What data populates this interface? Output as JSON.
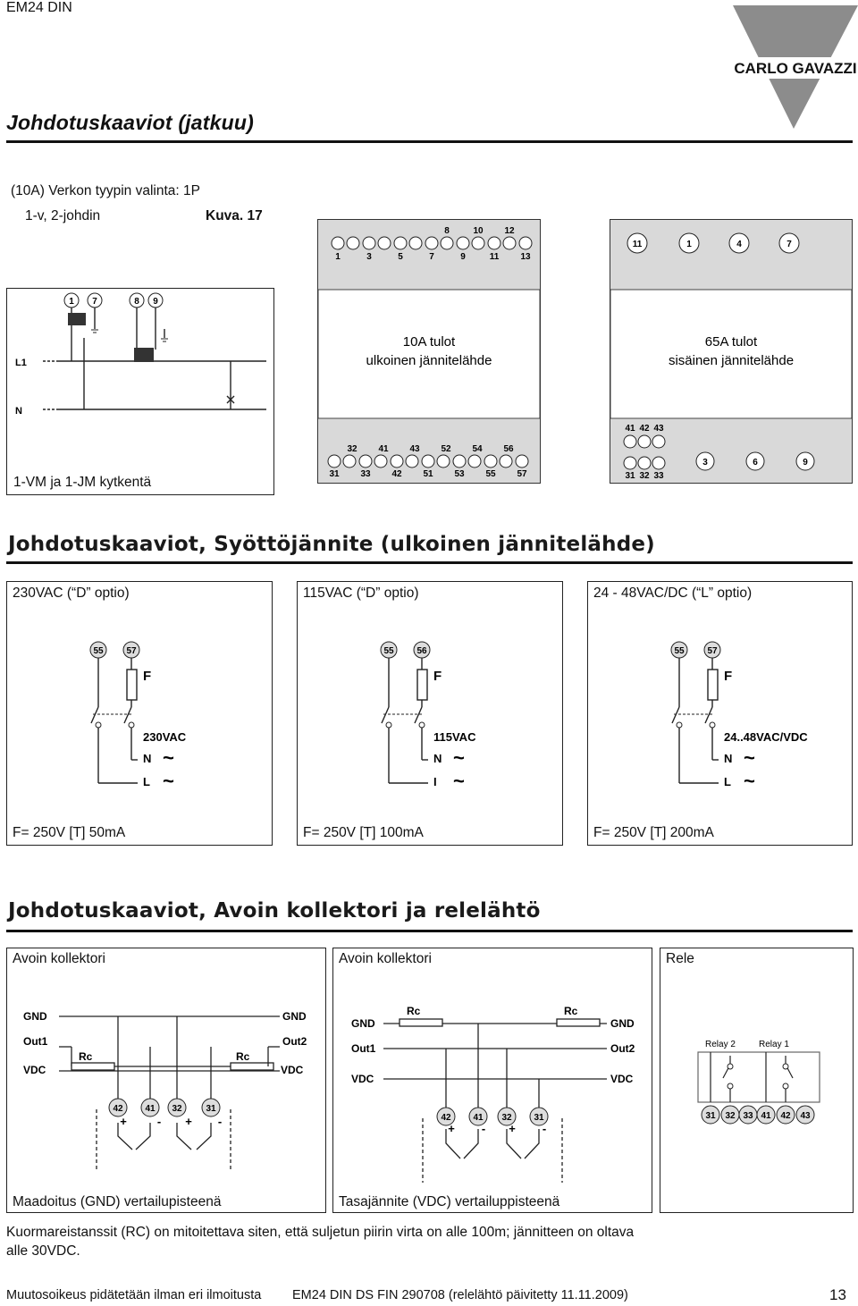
{
  "header": {
    "doc_id": "EM24 DIN",
    "brand": "CARLO GAVAZZI",
    "title": "Johdotuskaaviot (jatkuu)"
  },
  "network_section": {
    "caption_line1": "(10A) Verkon tyypin valinta: 1P",
    "caption_line2": "1-v, 2-johdin",
    "figure_ref": "Kuva. 17",
    "wiring_caption": "1-VM ja 1-JM kytkentä",
    "wiring_labels": {
      "l1": "L1",
      "n": "N",
      "t1": "1",
      "t7": "7",
      "t8": "8",
      "t9": "9"
    },
    "module_10a": {
      "label_line1": "10A tulot",
      "label_line2": "ulkoinen jännitelähde",
      "top_even": [
        "8",
        "10",
        "12"
      ],
      "top_odd": [
        "1",
        "3",
        "5",
        "7",
        "9",
        "11",
        "13"
      ],
      "bottom_top_row": [
        "32",
        "41",
        "43",
        "52",
        "54",
        "56"
      ],
      "bottom_bottom_row": [
        "31",
        "33",
        "42",
        "51",
        "53",
        "55",
        "57"
      ]
    },
    "module_65a": {
      "label_line1": "65A tulot",
      "label_line2": "sisäinen jännitelähde",
      "top": [
        "11",
        "1",
        "4",
        "7"
      ],
      "bottom_top_row": [
        "41",
        "42",
        "43"
      ],
      "bottom_bottom_row": [
        "31",
        "32",
        "33"
      ],
      "bottom_right": [
        "3",
        "6",
        "9"
      ]
    }
  },
  "supply_section": {
    "title": "Johdotuskaaviot, Syöttöjännite (ulkoinen jännitelähde)",
    "panels": [
      {
        "header": "230VAC (“D” optio)",
        "t_left": "55",
        "t_right": "57",
        "fuse": "F",
        "voltage": "230VAC",
        "n": "N",
        "l": "L",
        "footer": "F= 250V [T] 50mA"
      },
      {
        "header": "115VAC (“D” optio)",
        "t_left": "55",
        "t_right": "56",
        "fuse": "F",
        "voltage": "115VAC",
        "n": "N",
        "l": "I",
        "footer": "F= 250V [T] 100mA"
      },
      {
        "header": "24 - 48VAC/DC (“L” optio)",
        "t_left": "55",
        "t_right": "57",
        "fuse": "F",
        "voltage": "24..48VAC/VDC",
        "n": "N",
        "l": "L",
        "minus": "-",
        "plus": "+",
        "footer": "F= 250V [T] 200mA"
      }
    ]
  },
  "output_section": {
    "title": "Johdotuskaaviot, Avoin kollektori ja relelähtö",
    "panel1": {
      "header": "Avoin kollektori",
      "gnd1": "GND",
      "out1": "Out1",
      "vdc1": "VDC",
      "rc1": "Rc",
      "gnd2": "GND",
      "out2": "Out2",
      "vdc2": "VDC",
      "rc2": "Rc",
      "terminals": [
        "42",
        "41",
        "32",
        "31"
      ],
      "plus": "+",
      "minus": "-"
    },
    "panel2": {
      "header": "Avoin kollektori",
      "gnd1": "GND",
      "out1": "Out1",
      "vdc1": "VDC",
      "rc1": "Rc",
      "gnd2": "GND",
      "out2": "Out2",
      "vdc2": "VDC",
      "rc2": "Rc",
      "terminals": [
        "42",
        "41",
        "32",
        "31"
      ],
      "plus": "+",
      "minus": "-"
    },
    "panel3": {
      "header": "Rele",
      "relay2": "Relay 2",
      "relay1": "Relay 1",
      "terminals": [
        "31",
        "32",
        "33",
        "41",
        "42",
        "43"
      ]
    },
    "caption1": "Maadoitus (GND) vertailupisteenä",
    "caption2": "Tasajännite (VDC) vertailuppisteenä",
    "note": "Kuormareistanssit (RC) on mitoitettava siten, että suljetun piirin virta on alle 100m; jännitteen on oltava alle 30VDC."
  },
  "footer": {
    "left": "Muutosoikeus pidätetään ilman eri ilmoitusta",
    "center": "EM24 DIN DS FIN 290708 (relelähtö päivitetty 11.11.2009)",
    "page": "13"
  }
}
